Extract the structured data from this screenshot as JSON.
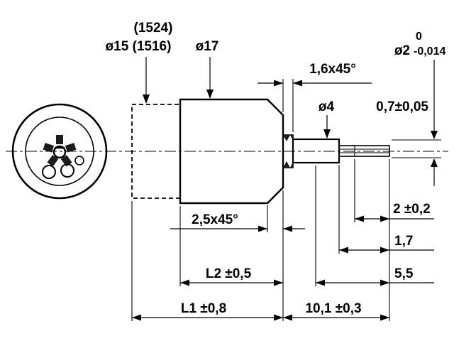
{
  "dims": {
    "part_number": "(1524)",
    "dia15": "ø15 (1516)",
    "dia17": "ø17",
    "chamfer_16": "1,6x45°",
    "dia2": "ø2",
    "dia2_tol_top": "0",
    "dia2_tol_bottom": "-0,014",
    "dia4": "ø4",
    "dim_07": "0,7±0,05",
    "dim_2": "2 ±0,2",
    "dim_17": "1,7",
    "dim_55": "5,5",
    "chamfer_25": "2,5x45°",
    "dim_l2": "L2 ±0,5",
    "dim_l1": "L1 ±0,8",
    "dim_101": "10,1 ±0,3"
  },
  "colors": {
    "front_outer": "#777777",
    "front_inner": "#8d8d8d",
    "cap": "#c8c8c8",
    "body": "#8a8a8a",
    "pinion": "#c0c0c0",
    "shaft4": "#eeeeee",
    "shaft2": "#ffffff",
    "detail_dark": "#1c1c1c",
    "hole_circle": "#c2c2c2"
  }
}
